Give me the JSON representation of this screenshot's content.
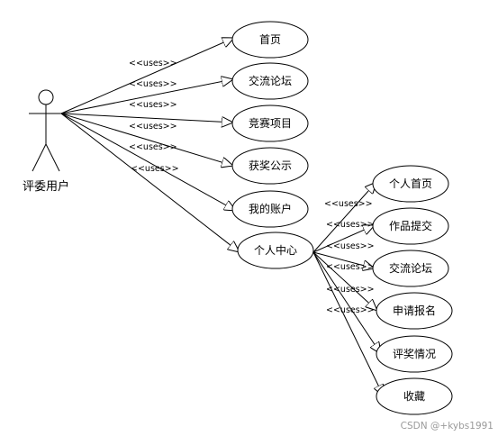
{
  "actor": {
    "label": "评委用户"
  },
  "relation_label": "<<uses>>",
  "primary_use_cases": [
    {
      "id": "home",
      "label": "首页"
    },
    {
      "id": "forum",
      "label": "交流论坛"
    },
    {
      "id": "projects",
      "label": "竞赛项目"
    },
    {
      "id": "awards",
      "label": "获奖公示"
    },
    {
      "id": "account",
      "label": "我的账户"
    },
    {
      "id": "personal",
      "label": "个人中心"
    }
  ],
  "sub_use_cases": [
    {
      "id": "p-home",
      "label": "个人首页"
    },
    {
      "id": "p-submit",
      "label": "作品提交"
    },
    {
      "id": "p-forum",
      "label": "交流论坛"
    },
    {
      "id": "p-apply",
      "label": "申请报名"
    },
    {
      "id": "p-review",
      "label": "评奖情况"
    },
    {
      "id": "p-fav",
      "label": "收藏"
    }
  ],
  "watermark": "CSDN @+kybs1991"
}
